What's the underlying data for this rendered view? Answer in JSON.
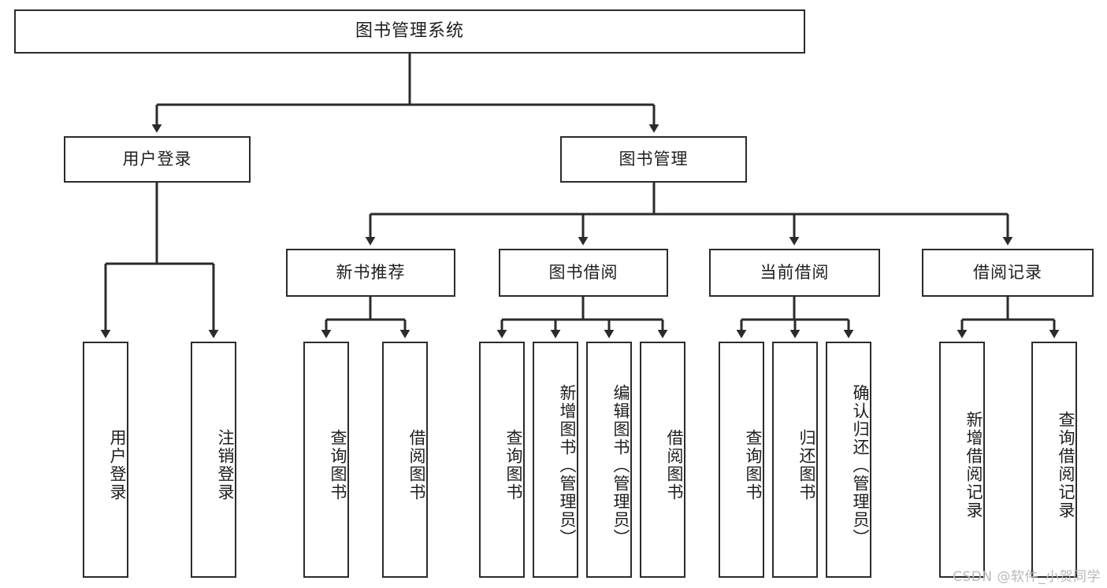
{
  "diagram": {
    "type": "tree",
    "title": "图书管理系统",
    "orientation": "top-down",
    "root": {
      "id": "root",
      "label": "图书管理系统"
    },
    "level2": [
      {
        "id": "user-login",
        "label": "用户登录"
      },
      {
        "id": "book-manage",
        "label": "图书管理"
      }
    ],
    "level3": [
      {
        "id": "new-book-rec",
        "label": "新书推荐",
        "parent": "book-manage"
      },
      {
        "id": "book-borrow",
        "label": "图书借阅",
        "parent": "book-manage"
      },
      {
        "id": "current-borrow",
        "label": "当前借阅",
        "parent": "book-manage"
      },
      {
        "id": "borrow-record",
        "label": "借阅记录",
        "parent": "book-manage"
      }
    ],
    "leaves": [
      {
        "id": "leaf-user-login",
        "label": "用户登录",
        "parent": "user-login"
      },
      {
        "id": "leaf-logout",
        "label": "注销登录",
        "parent": "user-login"
      },
      {
        "id": "leaf-query-book-1",
        "label": "查询图书",
        "parent": "new-book-rec"
      },
      {
        "id": "leaf-borrow-book-1",
        "label": "借阅图书",
        "parent": "new-book-rec"
      },
      {
        "id": "leaf-query-book-2",
        "label": "查询图书",
        "parent": "book-borrow"
      },
      {
        "id": "leaf-add-book",
        "label": "新增图书（管理员）",
        "parent": "book-borrow"
      },
      {
        "id": "leaf-edit-book",
        "label": "编辑图书（管理员）",
        "parent": "book-borrow"
      },
      {
        "id": "leaf-borrow-book-2",
        "label": "借阅图书",
        "parent": "book-borrow"
      },
      {
        "id": "leaf-query-book-3",
        "label": "查询图书",
        "parent": "current-borrow"
      },
      {
        "id": "leaf-return-book",
        "label": "归还图书",
        "parent": "current-borrow"
      },
      {
        "id": "leaf-confirm-return",
        "label": "确认归还（管理员）",
        "parent": "current-borrow"
      },
      {
        "id": "leaf-add-record",
        "label": "新增借阅记录",
        "parent": "borrow-record"
      },
      {
        "id": "leaf-query-record",
        "label": "查询借阅记录",
        "parent": "borrow-record"
      }
    ],
    "colors": {
      "stroke": "#2b2b2b",
      "fill": "#ffffff",
      "text": "#1e1e1e",
      "watermark": "#b9b9b9"
    }
  },
  "watermark": {
    "text": "CSDN @软件_小贺同学"
  }
}
